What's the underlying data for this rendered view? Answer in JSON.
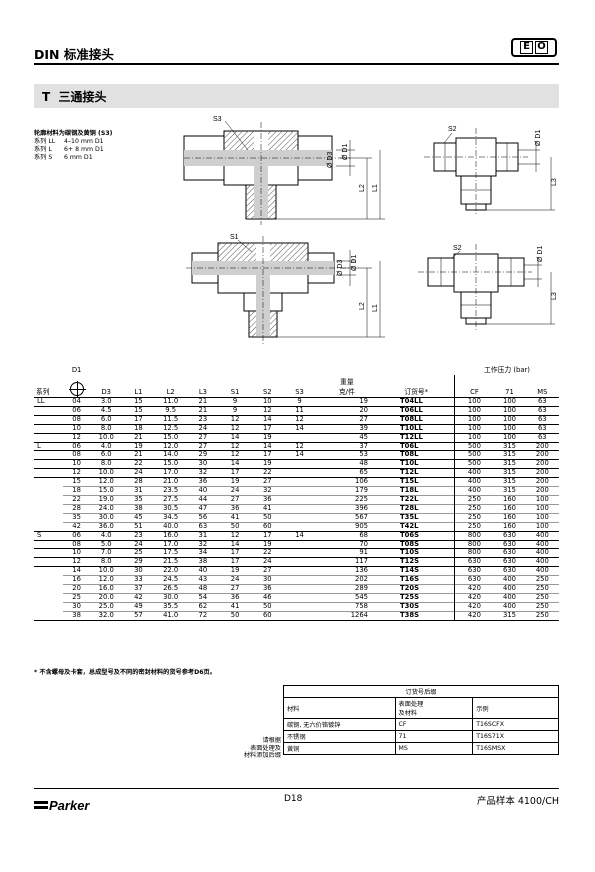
{
  "header": {
    "title": "DIN 标准接头",
    "logo_letters": [
      "E",
      "O"
    ]
  },
  "section": {
    "letter": "T",
    "title": "三通接头"
  },
  "notes": {
    "heading": "轮廓材料为碳钢及黄铜 (S3)",
    "rows": [
      {
        "series": "系列 LL",
        "range": "4–10 mm D1"
      },
      {
        "series": "系列 L",
        "range": "6+ 8 mm D1"
      },
      {
        "series": "系列 S",
        "range": "6 mm D1"
      }
    ]
  },
  "drawing_labels": {
    "s1": "S1",
    "s2": "S2",
    "s3": "S3",
    "d1": "Ø D1",
    "d3": "Ø D3",
    "l1": "L1",
    "l2": "L2",
    "l3": "L3"
  },
  "table": {
    "headers": {
      "series": "系列",
      "d1": "D1",
      "d3": "D3",
      "l1": "L1",
      "l2": "L2",
      "l3": "L3",
      "s1": "S1",
      "s2": "S2",
      "s3": "S3",
      "weight_line1": "重量",
      "weight_line2": "克/件",
      "order": "订货号*",
      "pressure": "工作压力 (bar)",
      "cf": "CF",
      "p71": "71",
      "ms": "MS"
    },
    "groups": [
      {
        "series": "LL",
        "subgroups": [
          [
            [
              "04",
              "3.0",
              "15",
              "11.0",
              "21",
              "9",
              "10",
              "9",
              "19",
              "T04LL",
              "100",
              "100",
              "63"
            ],
            [
              "06",
              "4.5",
              "15",
              "9.5",
              "21",
              "9",
              "12",
              "11",
              "20",
              "T06LL",
              "100",
              "100",
              "63"
            ],
            [
              "08",
              "6.0",
              "17",
              "11.5",
              "23",
              "12",
              "14",
              "12",
              "27",
              "T08LL",
              "100",
              "100",
              "63"
            ],
            [
              "10",
              "8.0",
              "18",
              "12.5",
              "24",
              "12",
              "17",
              "14",
              "39",
              "T10LL",
              "100",
              "100",
              "63"
            ],
            [
              "12",
              "10.0",
              "21",
              "15.0",
              "27",
              "14",
              "19",
              "",
              "45",
              "T12LL",
              "100",
              "100",
              "63"
            ]
          ]
        ]
      },
      {
        "series": "L",
        "subgroups": [
          [
            [
              "06",
              "4.0",
              "19",
              "12.0",
              "27",
              "12",
              "14",
              "12",
              "37",
              "T06L",
              "500",
              "315",
              "200"
            ],
            [
              "08",
              "6.0",
              "21",
              "14.0",
              "29",
              "12",
              "17",
              "14",
              "53",
              "T08L",
              "500",
              "315",
              "200"
            ],
            [
              "10",
              "8.0",
              "22",
              "15.0",
              "30",
              "14",
              "19",
              "",
              "48",
              "T10L",
              "500",
              "315",
              "200"
            ],
            [
              "12",
              "10.0",
              "24",
              "17.0",
              "32",
              "17",
              "22",
              "",
              "65",
              "T12L",
              "400",
              "315",
              "200"
            ],
            [
              "15",
              "12.0",
              "28",
              "21.0",
              "36",
              "19",
              "27",
              "",
              "106",
              "T15L",
              "400",
              "315",
              "200"
            ]
          ],
          [
            [
              "18",
              "15.0",
              "31",
              "23.5",
              "40",
              "24",
              "32",
              "",
              "179",
              "T18L",
              "400",
              "315",
              "200"
            ],
            [
              "22",
              "19.0",
              "35",
              "27.5",
              "44",
              "27",
              "36",
              "",
              "225",
              "T22L",
              "250",
              "160",
              "100"
            ],
            [
              "28",
              "24.0",
              "38",
              "30.5",
              "47",
              "36",
              "41",
              "",
              "396",
              "T28L",
              "250",
              "160",
              "100"
            ],
            [
              "35",
              "30.0",
              "45",
              "34.5",
              "56",
              "41",
              "50",
              "",
              "567",
              "T35L",
              "250",
              "160",
              "100"
            ],
            [
              "42",
              "36.0",
              "51",
              "40.0",
              "63",
              "50",
              "60",
              "",
              "905",
              "T42L",
              "250",
              "160",
              "100"
            ]
          ]
        ]
      },
      {
        "series": "S",
        "subgroups": [
          [
            [
              "06",
              "4.0",
              "23",
              "16.0",
              "31",
              "12",
              "17",
              "14",
              "68",
              "T06S",
              "800",
              "630",
              "400"
            ],
            [
              "08",
              "5.0",
              "24",
              "17.0",
              "32",
              "14",
              "19",
              "",
              "70",
              "T08S",
              "800",
              "630",
              "400"
            ],
            [
              "10",
              "7.0",
              "25",
              "17.5",
              "34",
              "17",
              "22",
              "",
              "91",
              "T10S",
              "800",
              "630",
              "400"
            ],
            [
              "12",
              "8.0",
              "29",
              "21.5",
              "38",
              "17",
              "24",
              "",
              "117",
              "T12S",
              "630",
              "630",
              "400"
            ],
            [
              "14",
              "10.0",
              "30",
              "22.0",
              "40",
              "19",
              "27",
              "",
              "136",
              "T14S",
              "630",
              "630",
              "400"
            ]
          ],
          [
            [
              "16",
              "12.0",
              "33",
              "24.5",
              "43",
              "24",
              "30",
              "",
              "202",
              "T16S",
              "630",
              "400",
              "250"
            ],
            [
              "20",
              "16.0",
              "37",
              "26.5",
              "48",
              "27",
              "36",
              "",
              "289",
              "T20S",
              "420",
              "400",
              "250"
            ],
            [
              "25",
              "20.0",
              "42",
              "30.0",
              "54",
              "36",
              "46",
              "",
              "545",
              "T25S",
              "420",
              "400",
              "250"
            ],
            [
              "30",
              "25.0",
              "49",
              "35.5",
              "62",
              "41",
              "50",
              "",
              "758",
              "T30S",
              "420",
              "400",
              "250"
            ],
            [
              "38",
              "32.0",
              "57",
              "41.0",
              "72",
              "50",
              "60",
              "",
              "1264",
              "T38S",
              "420",
              "315",
              "250"
            ]
          ]
        ]
      }
    ]
  },
  "footnote": "* 不含螺母及卡套，总成型号及不同的密封材料的货号参考D6页。",
  "order_code": {
    "title": "订货号后缀",
    "col_material": "材料",
    "col_suffix": "表面处理\n及材料",
    "col_example": "示例",
    "side_label": "请根据\n表面处理及\n材料添加后缀",
    "rows": [
      {
        "material": "碳钢, 无六价铬镀锌",
        "suffix": "CF",
        "example": "T16SCFX"
      },
      {
        "material": "不锈钢",
        "suffix": "71",
        "example": "T16S71X"
      },
      {
        "material": "黄铜",
        "suffix": "MS",
        "example": "T16SMSX"
      }
    ]
  },
  "footer": {
    "brand": "Parker",
    "page": "D18",
    "catalog": "产品样本  4100/CH"
  }
}
